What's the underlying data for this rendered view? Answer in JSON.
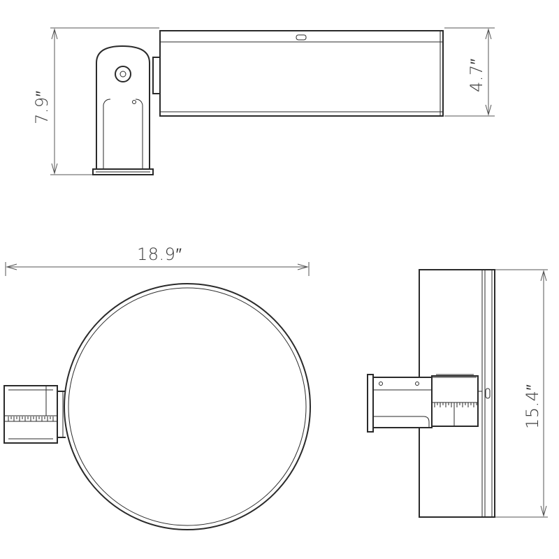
{
  "dimensions": {
    "overall_height": "7.9″",
    "housing_height": "4.7″",
    "diameter": "18.9″",
    "length": "15.4″"
  },
  "colors": {
    "line": "#2a2a2a",
    "dimension_line": "#555555",
    "background": "#ffffff"
  }
}
